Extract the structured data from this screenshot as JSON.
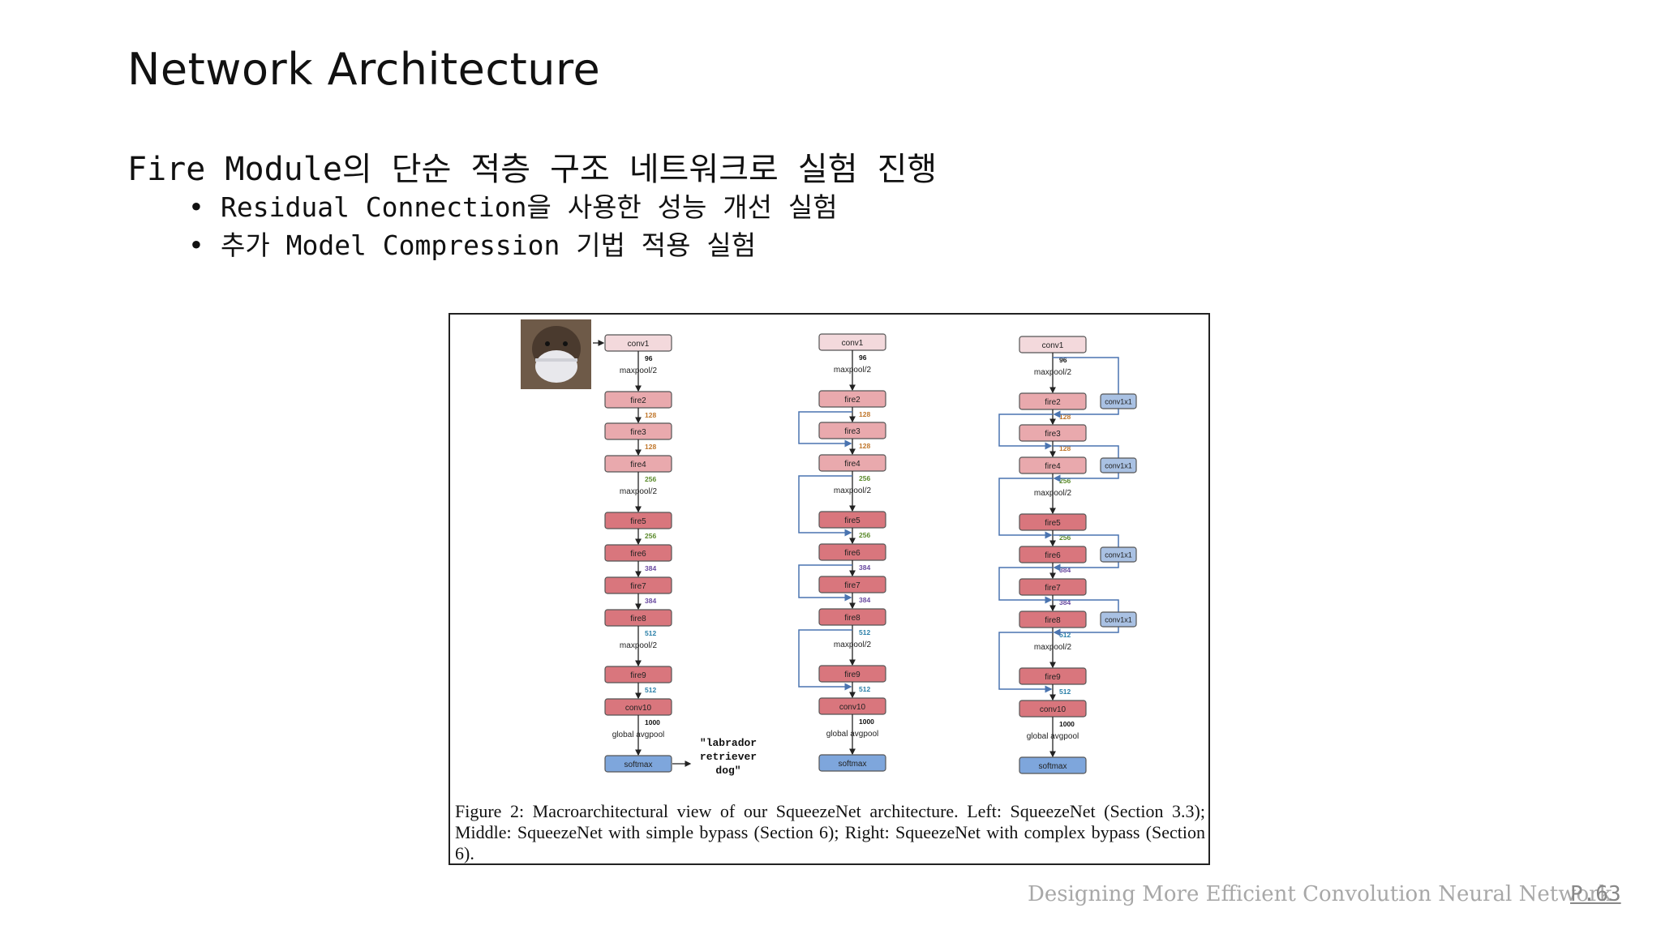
{
  "slide": {
    "title": "Network Architecture",
    "subtitle": "Fire Module의 단순 적층 구조 네트워크로 실험 진행",
    "bullets": [
      "Residual Connection을 사용한 성능 개선 실험",
      "추가 Model Compression 기법 적용 실험"
    ],
    "bullet_glyph": "•",
    "footer": "Designing More Efficient Convolution Neural Network",
    "page_number": "P.63"
  },
  "figure": {
    "caption": "Figure 2: Macroarchitectural view of our SqueezeNet architecture. Left: SqueezeNet (Section 3.3); Middle: SqueezeNet with simple bypass (Section 6); Right: SqueezeNet with complex bypass (Section 6).",
    "prediction_label": "\"labrador retriever dog\"",
    "columns": [
      {
        "id": "left",
        "variant": "plain"
      },
      {
        "id": "middle",
        "variant": "simple-bypass"
      },
      {
        "id": "right",
        "variant": "complex-bypass"
      }
    ],
    "layers": [
      {
        "name": "conv1",
        "kind": "conv-light",
        "out": "96",
        "out_color": "#111111",
        "pool": "maxpool/2"
      },
      {
        "name": "fire2",
        "kind": "fire-light",
        "out": "128",
        "out_color": "#c0762a"
      },
      {
        "name": "fire3",
        "kind": "fire-light",
        "out": "128",
        "out_color": "#c0762a"
      },
      {
        "name": "fire4",
        "kind": "fire-light",
        "out": "256",
        "out_color": "#5a8a2a",
        "pool": "maxpool/2"
      },
      {
        "name": "fire5",
        "kind": "fire-dark",
        "out": "256",
        "out_color": "#5a8a2a"
      },
      {
        "name": "fire6",
        "kind": "fire-dark",
        "out": "384",
        "out_color": "#6a4aa0"
      },
      {
        "name": "fire7",
        "kind": "fire-dark",
        "out": "384",
        "out_color": "#6a4aa0"
      },
      {
        "name": "fire8",
        "kind": "fire-dark",
        "out": "512",
        "out_color": "#2a7fa8",
        "pool": "maxpool/2"
      },
      {
        "name": "fire9",
        "kind": "fire-dark",
        "out": "512",
        "out_color": "#2a7fa8"
      },
      {
        "name": "conv10",
        "kind": "fire-dark",
        "out": "1000",
        "out_color": "#111111",
        "pool": "global avgpool"
      },
      {
        "name": "softmax",
        "kind": "softmax"
      }
    ],
    "simple_bypass_around": [
      "fire3",
      "fire5",
      "fire7",
      "fire9"
    ],
    "complex_bypass_conv": {
      "label": "conv1x1",
      "around": [
        "fire2",
        "fire4",
        "fire6",
        "fire8"
      ]
    },
    "colors": {
      "conv_light": "#f3d9dc",
      "fire_light": "#e9a9ad",
      "fire_dark": "#d9767d",
      "softmax": "#7ea6dc",
      "conv1x1": "#a9c1e3",
      "bypass_line": "#4a74b0",
      "box_border": "#555555"
    }
  }
}
